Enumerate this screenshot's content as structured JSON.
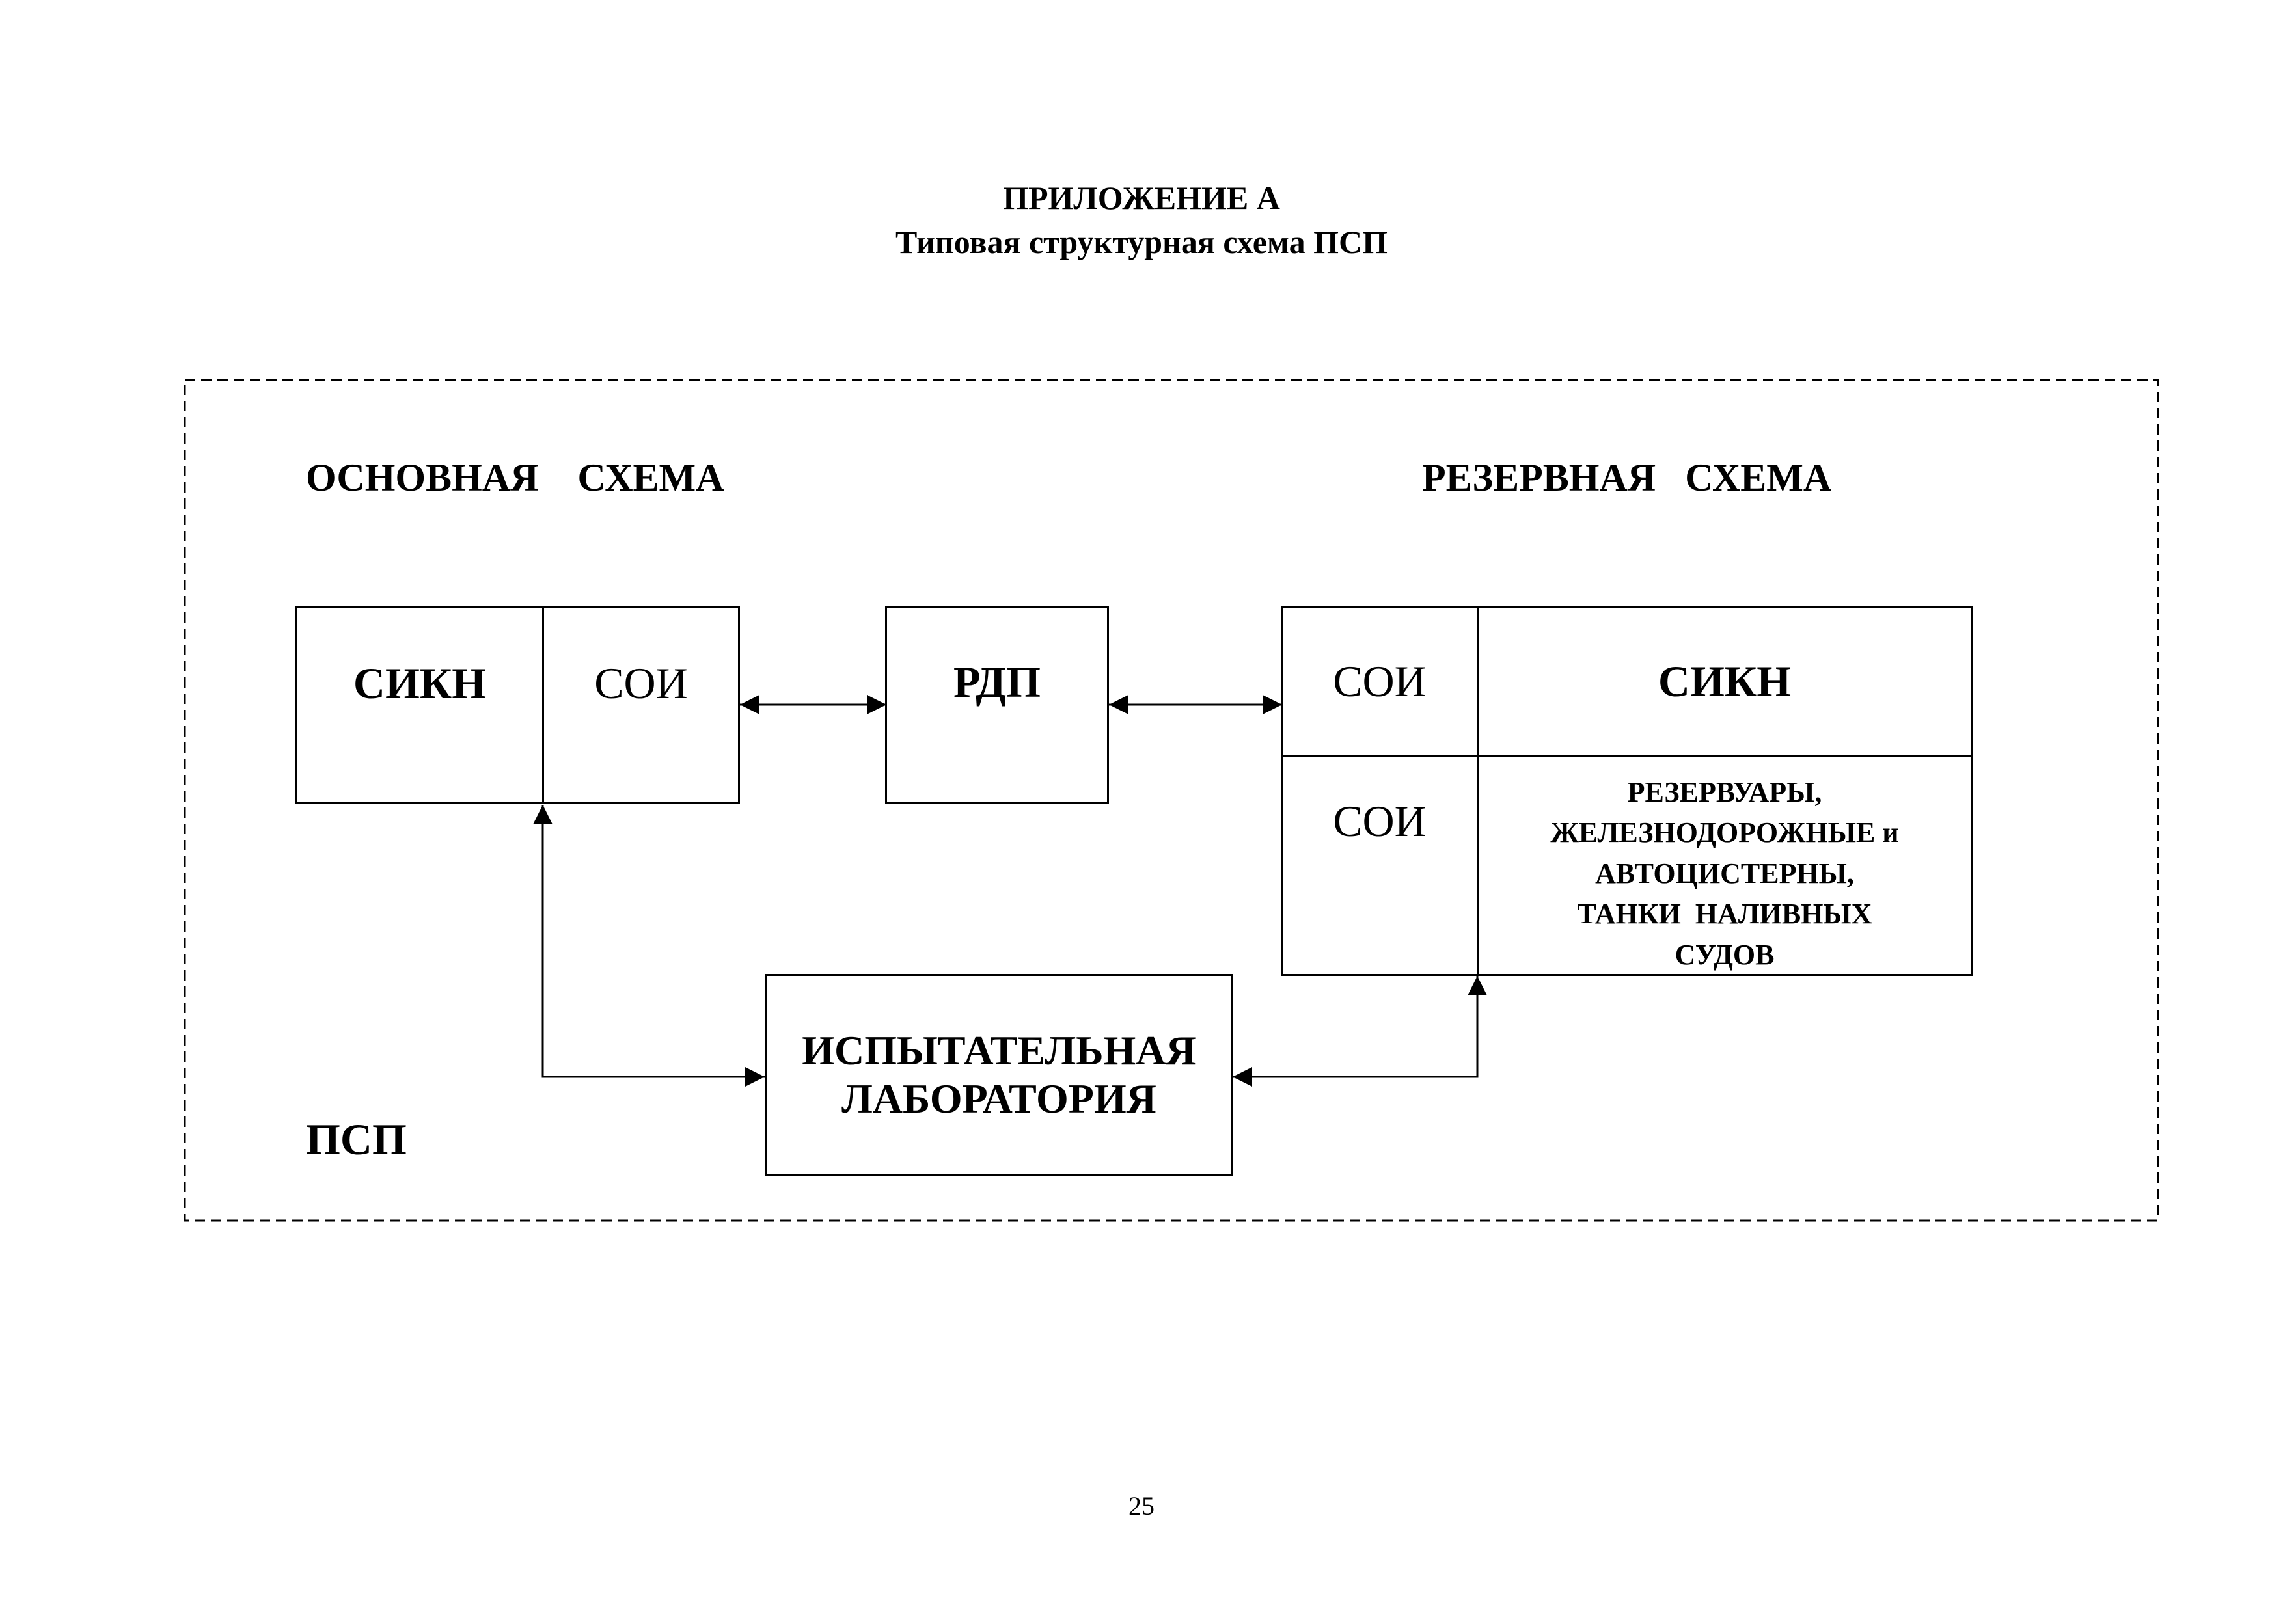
{
  "header": {
    "appendix": "ПРИЛОЖЕНИЕ А",
    "title": "Типовая структурная схема ПСП"
  },
  "diagram": {
    "main_scheme_label": "ОСНОВНАЯ    СХЕМА",
    "reserve_scheme_label": "РЕЗЕРВНАЯ   СХЕМА",
    "psp_label": "ПСП",
    "main": {
      "sikn": "СИКН",
      "soi": "СОИ"
    },
    "rdp": "РДП",
    "reserve": {
      "soi_top": "СОИ",
      "sikn": "СИКН",
      "soi_bottom": "СОИ",
      "tanks": "РЕЗЕРВУАРЫ,\nЖЕЛЕЗНОДОРОЖНЫЕ и\nАВТОЦИСТЕРНЫ,\nТАНКИ  НАЛИВНЫХ\nСУДОВ"
    },
    "lab": "ИСПЫТАТЕЛЬНАЯ\nЛАБОРАТОРИЯ"
  },
  "footer": {
    "page_number": "25"
  }
}
